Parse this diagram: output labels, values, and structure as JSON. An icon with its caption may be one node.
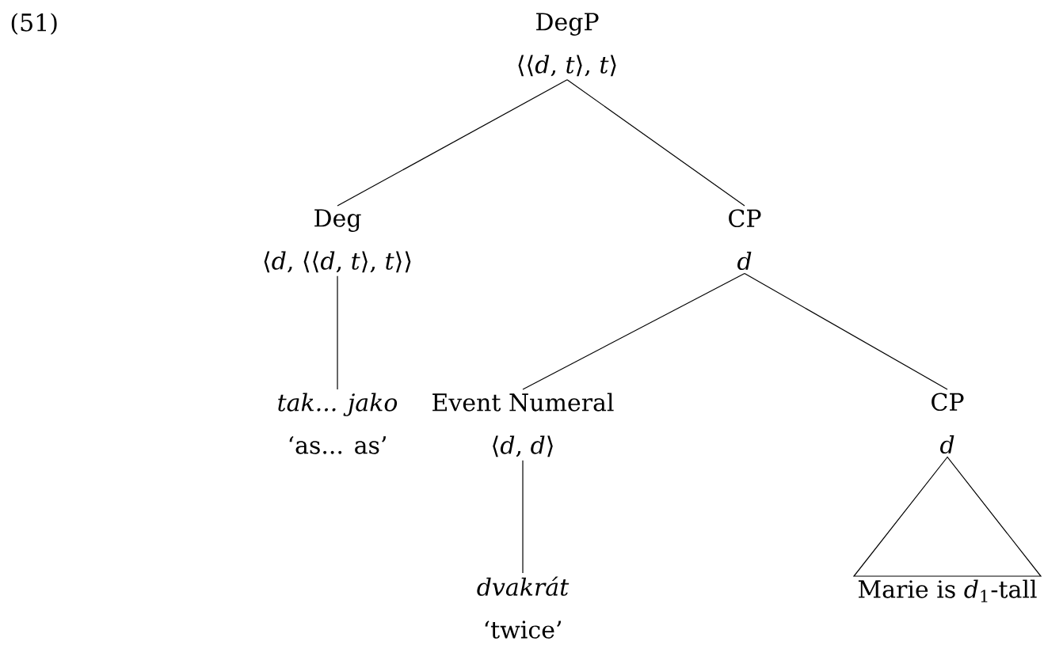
{
  "diagram": {
    "nodes": [
      {
        "text": [
          "DegP",
          "⟨⟨*d*, *t*⟩, *t*⟩"
        ]
      },
      {
        "text": [
          "Deg",
          "⟨*d*, ⟨⟨*d*, *t*⟩, *t*⟩⟩"
        ]
      },
      {
        "text": [
          "CP",
          "*d*"
        ]
      },
      {
        "text": [
          "*tak... jako*",
          "‘as... as’"
        ]
      },
      {
        "text": [
          "Event Numeral",
          "⟨*d*, *d*⟩"
        ]
      },
      {
        "text": [
          "CP",
          "*d*"
        ]
      },
      {
        "text": [
          "*dvakrát*",
          "‘twice’"
        ]
      },
      {
        "text": [
          "Marie is *d*$_{1}$-tall"
        ]
      }
    ],
    "edges": [
      {
        "from": 0,
        "to": 1,
        "arrow": "none"
      },
      {
        "from": 0,
        "to": 2,
        "arrow": "none"
      },
      {
        "from": 1,
        "to": 3,
        "arrow": "none"
      },
      {
        "from": 2,
        "to": 4,
        "arrow": "none"
      },
      {
        "from": 2,
        "to": 5,
        "arrow": "none"
      },
      {
        "from": 4,
        "to": 6,
        "arrow": "none"
      },
      {
        "from": 5,
        "to": 7,
        "arrow": "none"
      }
    ],
    "labels": [
      "(51)"
    ]
  }
}
